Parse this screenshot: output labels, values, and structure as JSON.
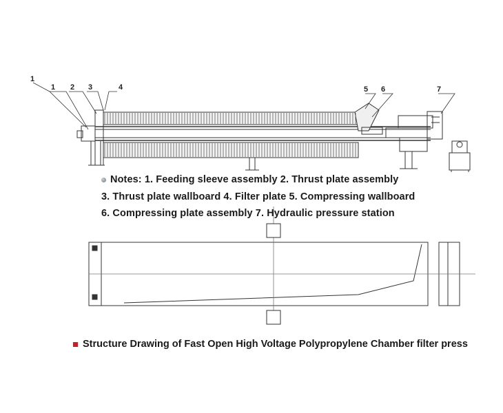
{
  "diagram": {
    "callout_numbers": [
      "1",
      "1",
      "2",
      "3",
      "4",
      "5",
      "6",
      "7"
    ]
  },
  "notes": {
    "lines": [
      "Notes: 1. Feeding sleeve assembly 2. Thrust plate assembly",
      "3. Thrust plate wallboard 4. Filter plate 5. Compressing wallboard",
      "6. Compressing plate assembly 7. Hydraulic pressure station"
    ]
  },
  "caption": {
    "text": "Structure Drawing of Fast Open High Voltage Polypropylene Chamber filter press",
    "marker_color": "#c0242b"
  }
}
